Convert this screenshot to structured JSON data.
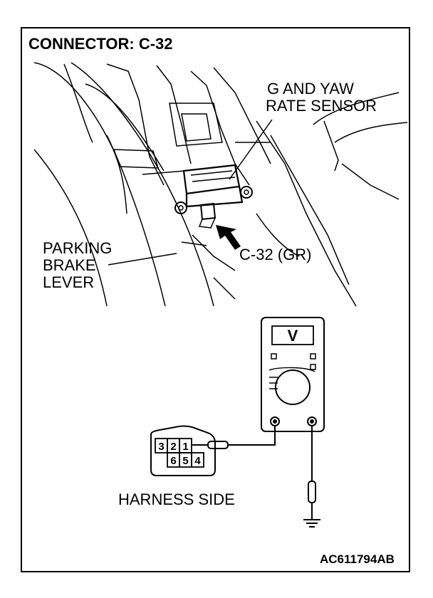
{
  "figure": {
    "title": "CONNECTOR: C-32",
    "labels": {
      "sensor_line1": "G AND YAW",
      "sensor_line2": "RATE SENSOR",
      "lever_line1": "PARKING",
      "lever_line2": "BRAKE",
      "lever_line3": "LEVER",
      "connector": "C-32 (GR)"
    },
    "meter_display": "V",
    "harness": {
      "pins_top": [
        "3",
        "2",
        "1"
      ],
      "pins_bottom": [
        "6",
        "5",
        "4"
      ],
      "label": "HARNESS SIDE"
    },
    "figure_id": "AC611794AB"
  }
}
